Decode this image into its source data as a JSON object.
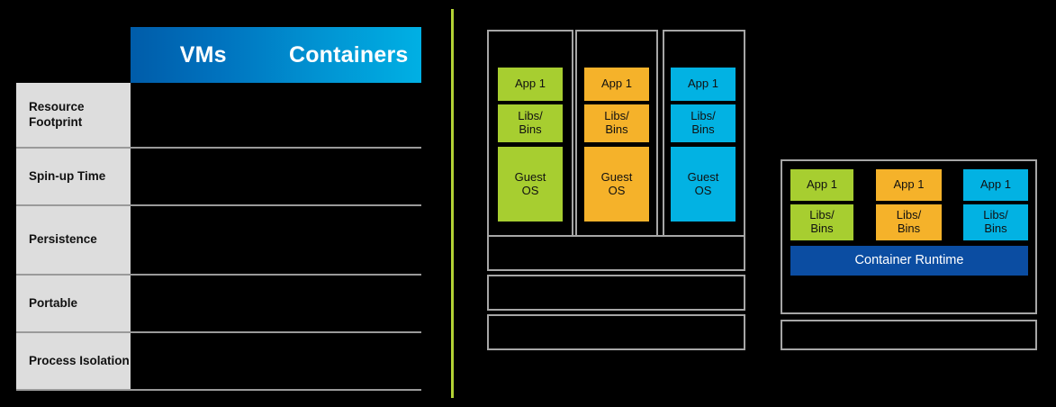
{
  "table": {
    "headers": [
      "VMs",
      "Containers"
    ],
    "rows": [
      {
        "label": "Resource\nFootprint",
        "vms": "",
        "containers": ""
      },
      {
        "label": "Spin-up Time",
        "vms": "",
        "containers": ""
      },
      {
        "label": "Persistence",
        "vms": "",
        "containers": ""
      },
      {
        "label": "Portable",
        "vms": "",
        "containers": ""
      },
      {
        "label": "Process\nIsolation",
        "vms": "",
        "containers": ""
      }
    ]
  },
  "vm_diagram": {
    "columns": [
      {
        "color": "#a7ce30",
        "tiles": [
          "App 1",
          "Libs/\nBins",
          "Guest\nOS"
        ]
      },
      {
        "color": "#f5b22a",
        "tiles": [
          "App 1",
          "Libs/\nBins",
          "Guest\nOS"
        ]
      },
      {
        "color": "#02b2e3",
        "tiles": [
          "App 1",
          "Libs/\nBins",
          "Guest\nOS"
        ]
      }
    ],
    "base_layers": [
      "",
      "",
      ""
    ]
  },
  "container_diagram": {
    "columns": [
      {
        "color": "#a7ce30",
        "tiles": [
          "App 1",
          "Libs/\nBins"
        ]
      },
      {
        "color": "#f5b22a",
        "tiles": [
          "App 1",
          "Libs/\nBins"
        ]
      },
      {
        "color": "#02b2e3",
        "tiles": [
          "App 1",
          "Libs/\nBins"
        ]
      }
    ],
    "runtime_label": "Container Runtime",
    "base_layers": [
      ""
    ]
  },
  "colors": {
    "background": "#000000",
    "divider": "#b4d335",
    "header_gradient_start": "#005ca9",
    "header_gradient_end": "#00b0e4",
    "label_cell": "#dddddd",
    "outline": "#a6a6a6",
    "green": "#a7ce30",
    "orange": "#f5b22a",
    "cyan": "#02b2e3",
    "runtime_blue": "#0b4da2"
  }
}
